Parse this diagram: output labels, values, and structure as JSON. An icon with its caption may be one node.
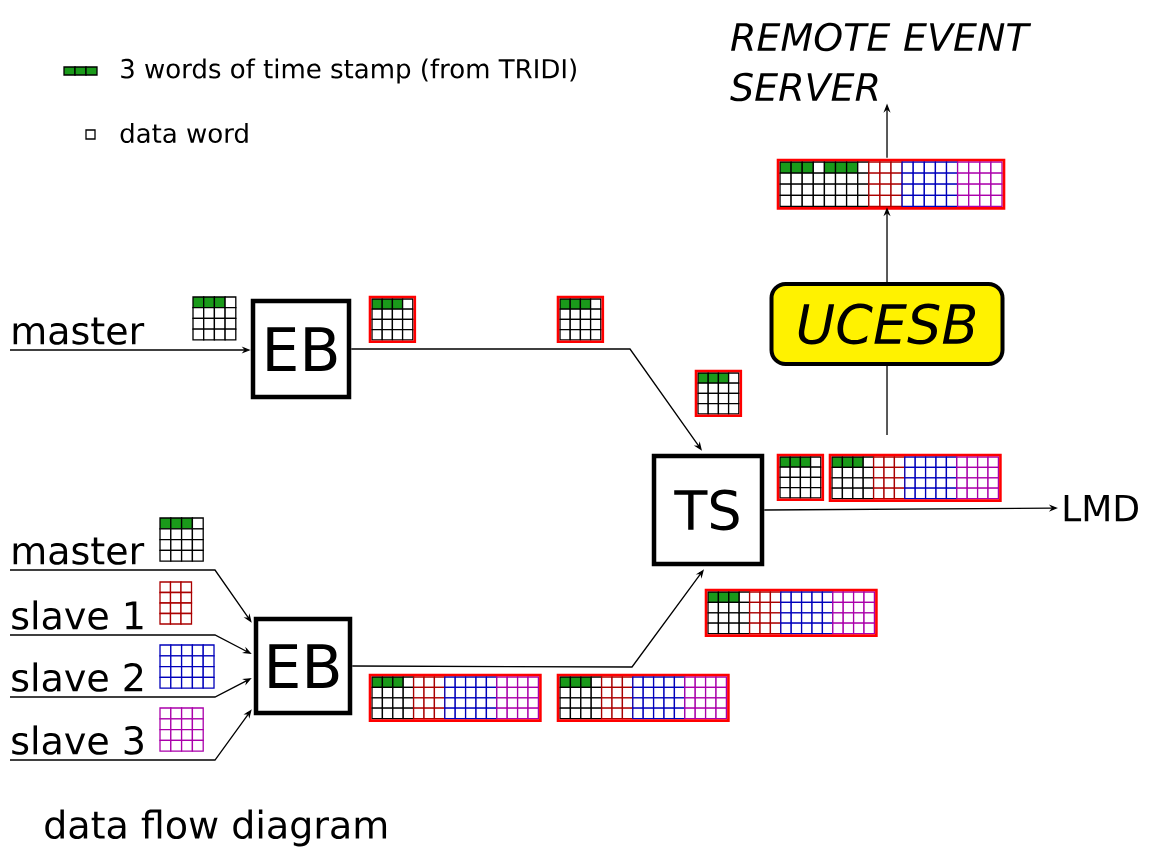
{
  "diagram": {
    "caption": "data flow diagram",
    "nodes": [
      {
        "text": [
          "master"
        ]
      },
      {
        "text": [
          "EB"
        ]
      },
      {
        "text": [
          "master"
        ]
      },
      {
        "text": [
          "slave 1"
        ]
      },
      {
        "text": [
          "slave 2"
        ]
      },
      {
        "text": [
          "slave 3"
        ]
      },
      {
        "text": [
          "EB"
        ]
      },
      {
        "text": [
          "TS"
        ]
      },
      {
        "text": [
          "UCESB"
        ]
      },
      {
        "text": [],
        "shape": "picture"
      },
      {
        "text": [
          "REMOTE EVENT SERVER"
        ]
      },
      {
        "text": [
          "LMD"
        ]
      }
    ],
    "edges": [
      {
        "from": 0,
        "to": 1,
        "arrow": "to"
      },
      {
        "from": 1,
        "to": 7,
        "arrow": "to"
      },
      {
        "from": 2,
        "to": 6,
        "arrow": "to"
      },
      {
        "from": 3,
        "to": 6,
        "arrow": "to"
      },
      {
        "from": 4,
        "to": 6,
        "arrow": "to"
      },
      {
        "from": 5,
        "to": 6,
        "arrow": "to"
      },
      {
        "from": 6,
        "to": 7,
        "arrow": "to"
      },
      {
        "from": 7,
        "to": 11,
        "arrow": "to"
      },
      {
        "from": null,
        "to": 8,
        "arrow": "none"
      },
      {
        "from": 8,
        "to": 9,
        "arrow": "to"
      },
      {
        "from": 9,
        "to": 10,
        "arrow": "to"
      }
    ],
    "legend": [
      {
        "text": "3 words of time stamp (from TRIDI)"
      },
      {
        "text": "data word"
      }
    ]
  }
}
